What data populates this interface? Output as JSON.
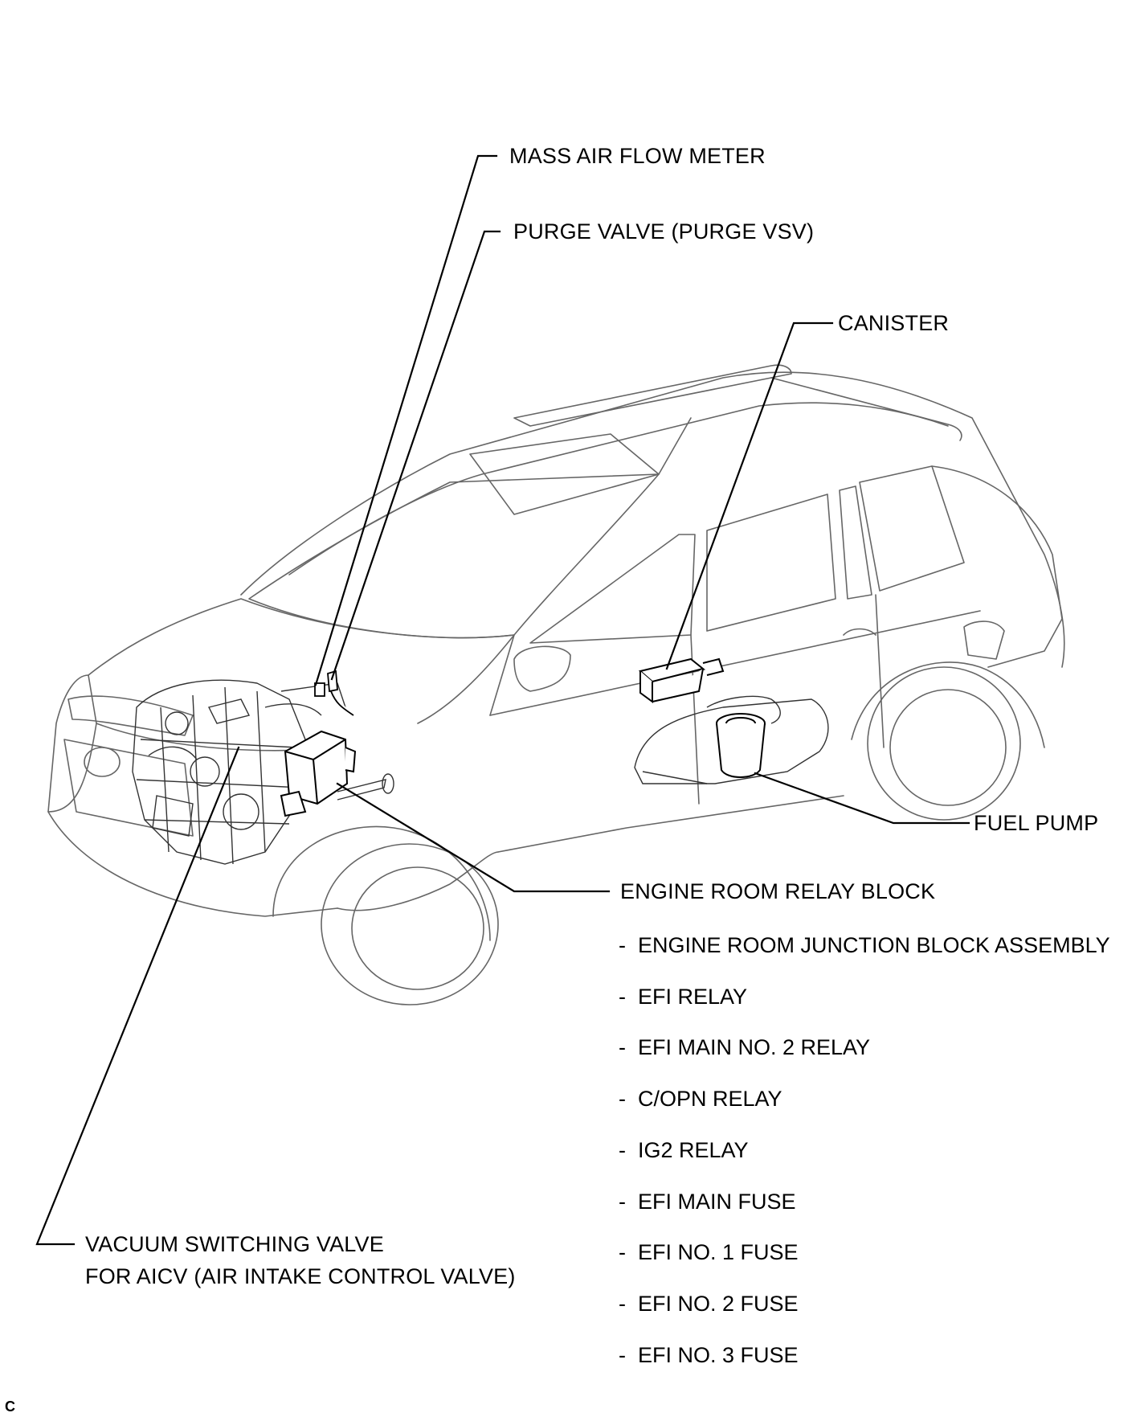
{
  "labels": {
    "maf": "MASS AIR FLOW METER",
    "purge": "PURGE VALVE  (PURGE VSV)",
    "canister": "CANISTER",
    "fuel_pump": "FUEL PUMP",
    "relay_block": "ENGINE ROOM RELAY BLOCK",
    "vsv_line1": "VACUUM SWITCHING VALVE",
    "vsv_line2": "FOR AICV (AIR INTAKE CONTROL VALVE)"
  },
  "relay_block_items": [
    "ENGINE ROOM JUNCTION BLOCK ASSEMBLY",
    "EFI RELAY",
    "EFI MAIN NO. 2 RELAY",
    "C/OPN RELAY",
    "IG2 RELAY",
    "EFI MAIN FUSE",
    "EFI NO. 1 FUSE",
    "EFI NO. 2 FUSE",
    "EFI NO. 3 FUSE"
  ],
  "list_bullet": "-",
  "figure_code": "C"
}
